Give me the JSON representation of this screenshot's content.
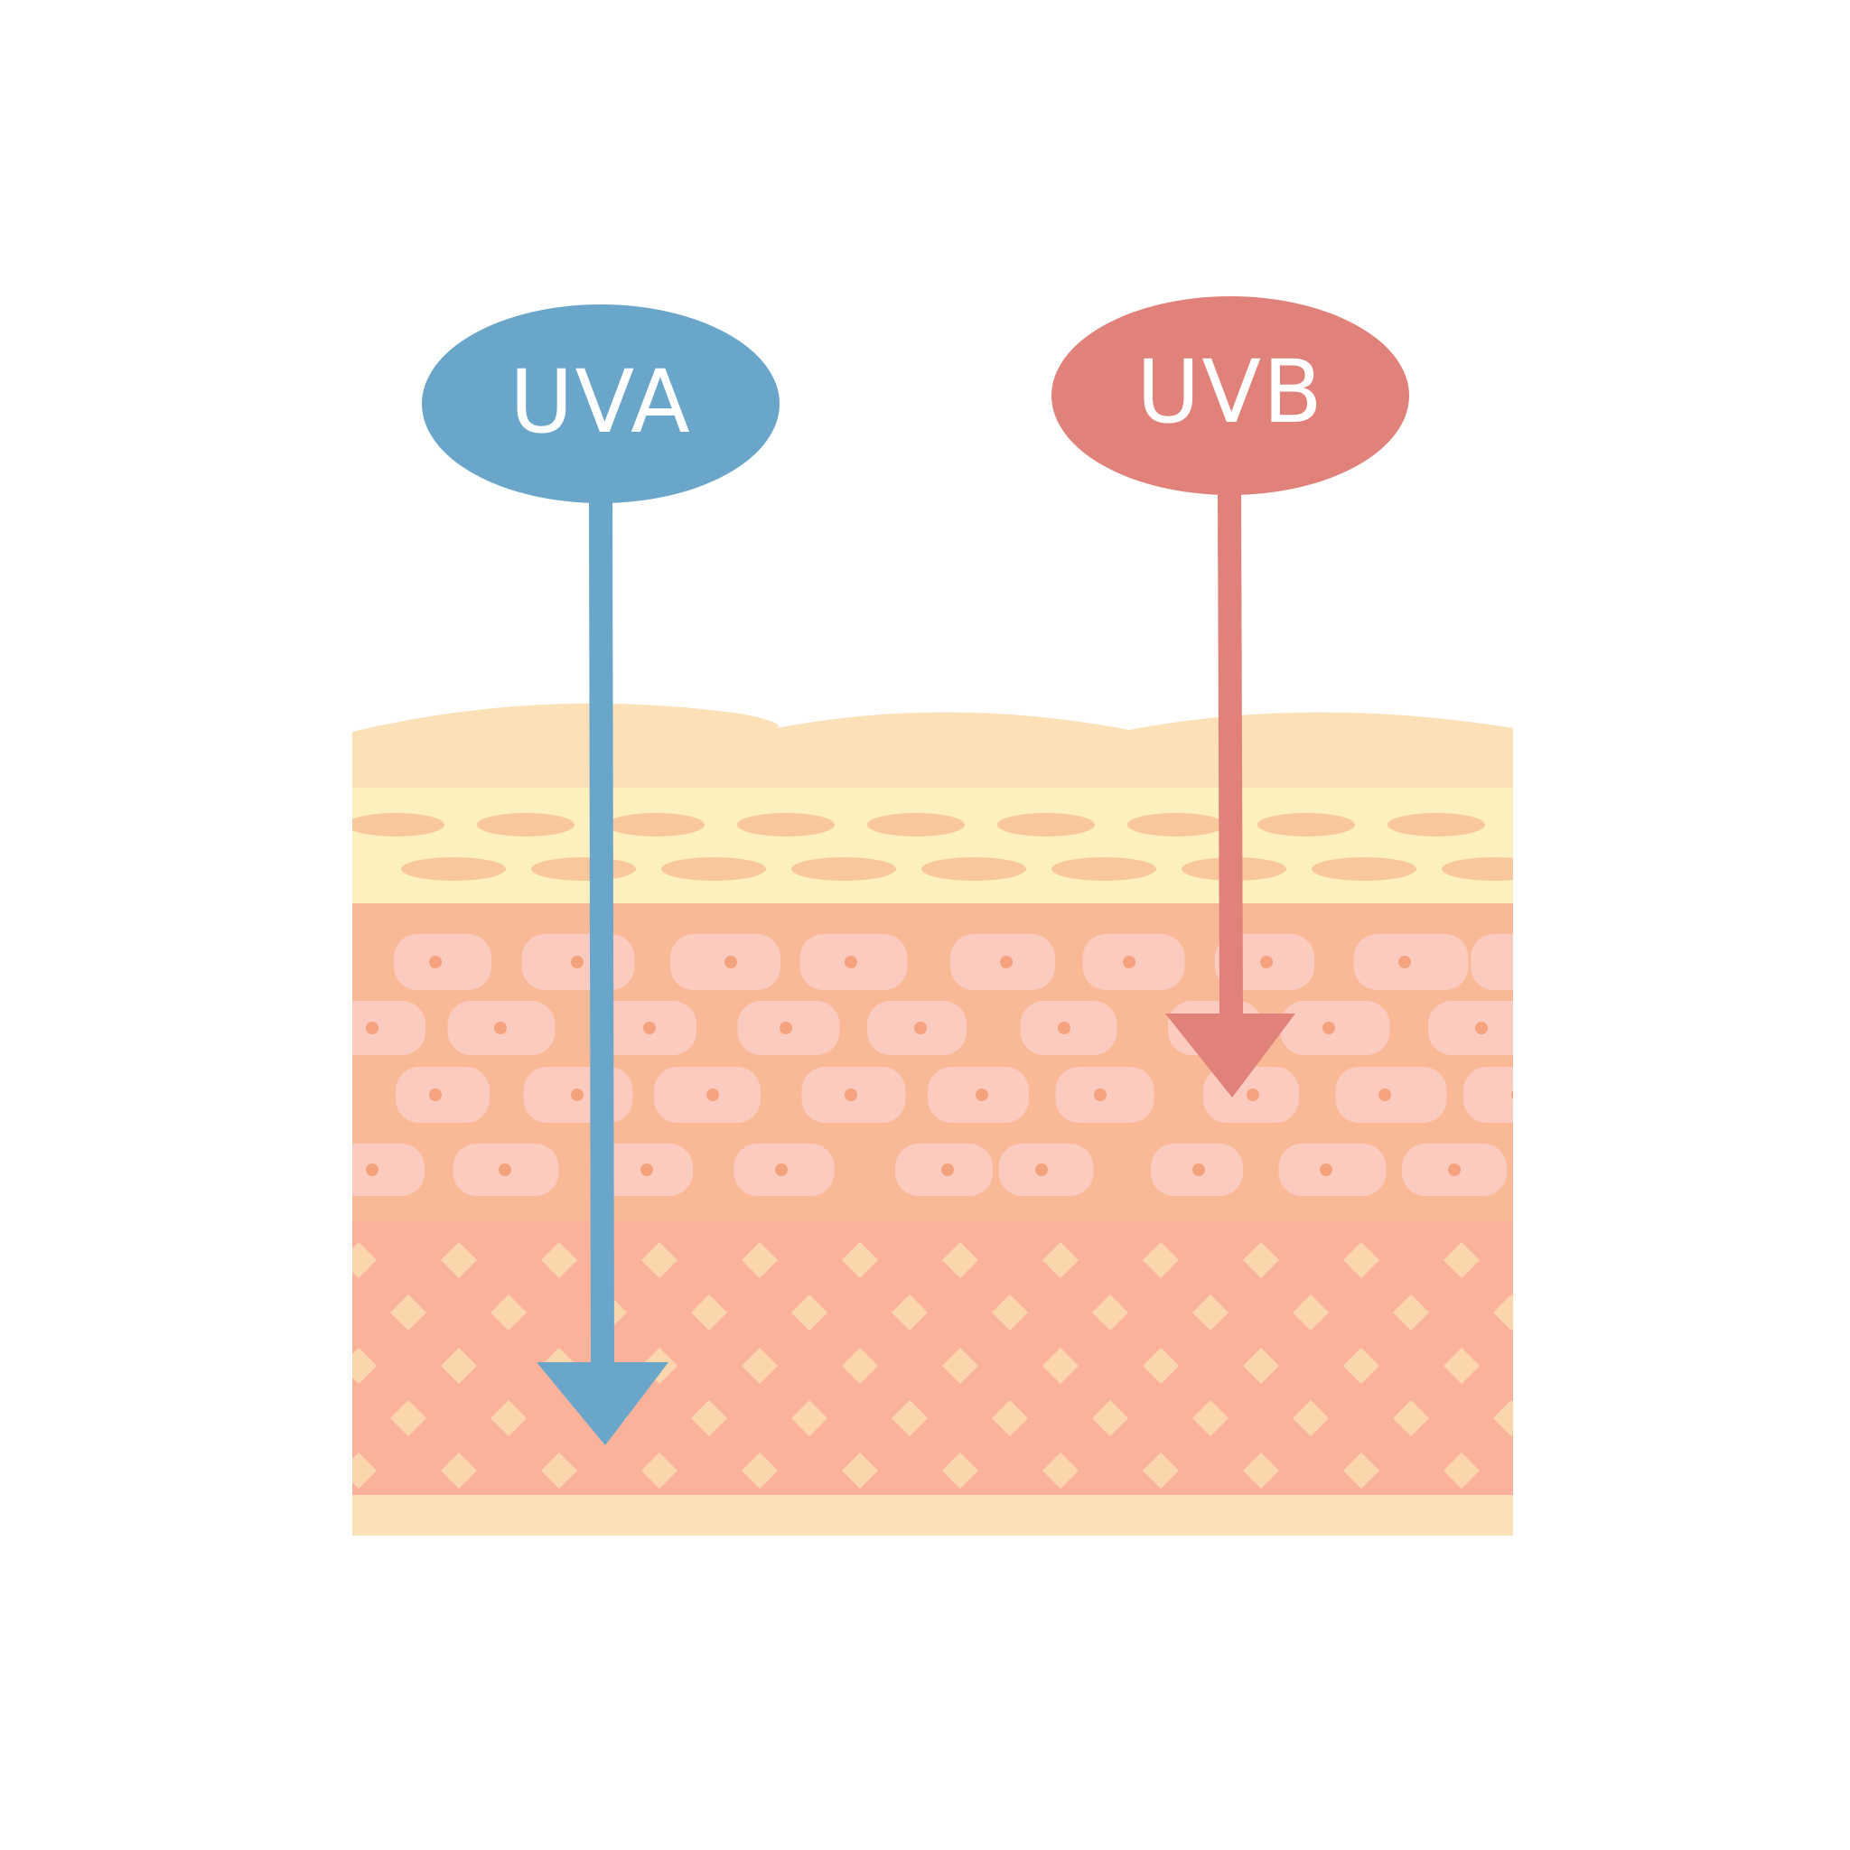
{
  "rays": [
    {
      "id": "uva",
      "label": "UVA",
      "color": "#6aa6ca",
      "penetration": "dermis"
    },
    {
      "id": "uvb",
      "label": "UVB",
      "color": "#e0827a",
      "penetration": "epidermis"
    }
  ],
  "layers": [
    {
      "name": "stratum-corneum",
      "color": "#fce0b7"
    },
    {
      "name": "granular-layer",
      "color": "#fcf0bf",
      "cell_color": "#f9c79c"
    },
    {
      "name": "epidermis-cells",
      "color": "#f9b896",
      "cell_color": "#fccbc0",
      "nucleus_color": "#f5a37e"
    },
    {
      "name": "dermis",
      "color": "#fbb29a",
      "pattern_color": "#fbd6ad"
    },
    {
      "name": "base",
      "color": "#fce0b7"
    }
  ]
}
